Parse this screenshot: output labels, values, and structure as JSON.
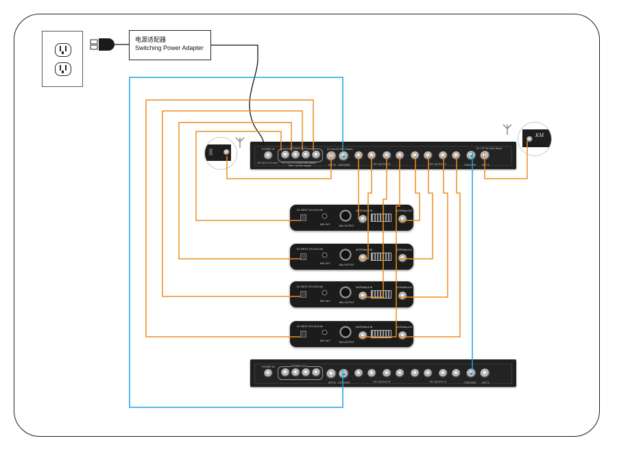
{
  "diagram": {
    "title": "Antenna distribution system wiring diagram",
    "adapter": {
      "label_zh": "电源适配器",
      "label_en": "Switching Power Adapter"
    },
    "outlet": {
      "icon": "power-outlet-icon",
      "sockets": 2
    },
    "plug": {
      "icon": "power-plug-icon"
    },
    "distributor_top": {
      "labels": {
        "power_in": "POWER IN",
        "power_in_spec": "12V DC/1.5 A max",
        "power_out": "POWER OUT",
        "power_out_spec": "12V DC/0.3 A max total output",
        "power_out_spec2": "Max 4 power supply",
        "ant_b_header": "0V max 50 Ohm Stand",
        "ant_b": "ANT B",
        "cascade": "CASCADE",
        "rf_output_b": "RF OUTPUT B",
        "rf_output_a": "RF OUTPUT A",
        "cascade2": "CASCADE",
        "ant_a_header": "0V TYP 50 Ohm Stand",
        "ant_a": "ANT A"
      }
    },
    "distributor_bottom": {
      "labels": {
        "power_in": "POWER IN",
        "power_out": "POWER OUT",
        "ant_b": "ANT B",
        "cascade": "CASCADE",
        "rf_output_b": "RF OUTPUT B",
        "rf_output_a": "RF OUTPUT A",
        "cascade2": "CASCADE",
        "ant_a": "ANT A"
      }
    },
    "receivers": [
      {
        "dc": "DC INPUT 12V DC/0.3A",
        "mix": "MIX OUT",
        "bal": "BAL OUTPUT",
        "ant_b": "ANTENNA B IN",
        "ant_a": "ANTENNA A IN"
      },
      {
        "dc": "DC INPUT 12V DC/0.3A",
        "mix": "MIX OUT",
        "bal": "BAL OUTPUT",
        "ant_b": "ANTENNA B IN",
        "ant_a": "ANTENNA A IN"
      },
      {
        "dc": "DC INPUT 12V DC/0.3A",
        "mix": "MIX OUT",
        "bal": "BAL OUTPUT",
        "ant_b": "ANTENNA B IN",
        "ant_a": "ANTENNA A IN"
      },
      {
        "dc": "DC INPUT 12V DC/0.3A",
        "mix": "MIX OUT",
        "bal": "BAL OUTPUT",
        "ant_b": "ANTENNA B IN",
        "ant_a": "ANTENNA A IN"
      }
    ],
    "antenna_zoom_right": {
      "logo": "KM"
    },
    "colors": {
      "power_cable": "#f08c1e",
      "rf_cable": "#f08c1e",
      "cascade_cable": "#1aa3e0",
      "adapter_cable": "#111111",
      "frame": "#231815"
    }
  }
}
